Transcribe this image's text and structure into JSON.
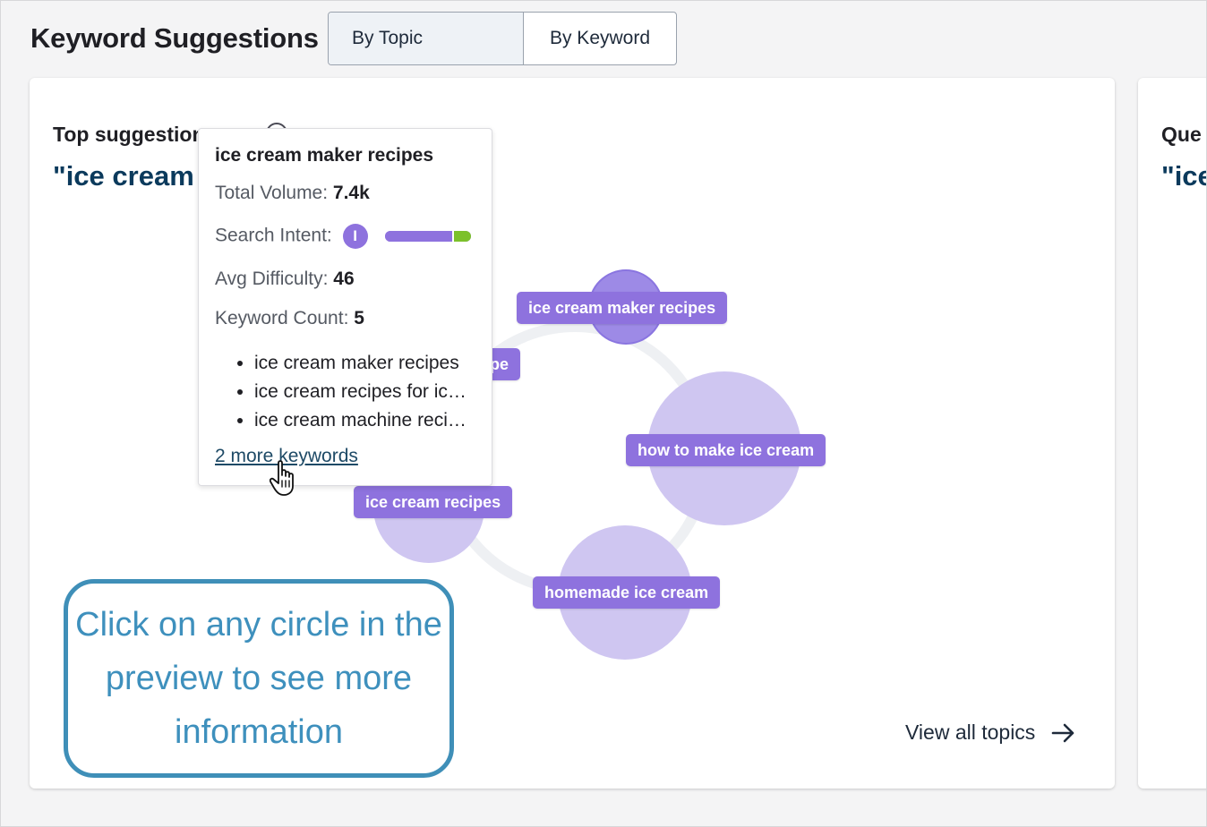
{
  "header": {
    "title": "Keyword Suggestions",
    "tabs": [
      {
        "label": "By Topic",
        "active": true
      },
      {
        "label": "By Keyword",
        "active": false
      }
    ]
  },
  "card": {
    "label": "Top suggestion",
    "topic": "\"ice cream r",
    "view_all": "View all topics"
  },
  "second_card": {
    "label": "Que",
    "topic": "\"ice"
  },
  "graph": {
    "nodes": [
      {
        "label": "ice cream maker recipes"
      },
      {
        "label": "pe"
      },
      {
        "label": "how to make ice cream"
      },
      {
        "label": "ice cream recipes"
      },
      {
        "label": "homemade ice cream"
      }
    ]
  },
  "tooltip": {
    "title": "ice cream maker recipes",
    "volume_label": "Total Volume:",
    "volume_value": "7.4k",
    "intent_label": "Search Intent:",
    "intent_badge": "I",
    "intent_share": 0.8,
    "difficulty_label": "Avg Difficulty:",
    "difficulty_value": "46",
    "count_label": "Keyword Count:",
    "count_value": "5",
    "keywords": [
      "ice cream maker recipes",
      "ice cream recipes for ic…",
      "ice cream machine reci…"
    ],
    "more_link": "2 more keywords"
  },
  "callout": {
    "text": "Click on any circle in the preview to see more information"
  },
  "colors": {
    "accent": "#8e72de",
    "bubble": "#cfc6f1",
    "callout": "#3e90bd",
    "intent_green": "#7cc12b"
  }
}
